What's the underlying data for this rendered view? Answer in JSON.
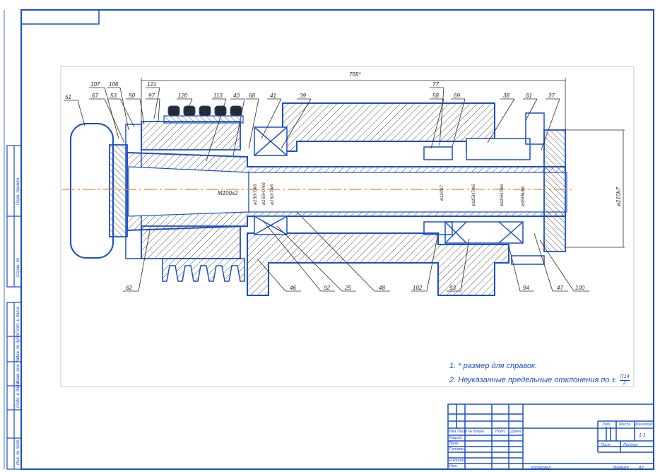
{
  "drawing": {
    "dimension_overall": "765*",
    "diameter_flange": "ø210h7",
    "thread_bore": "M100x2",
    "diameters": [
      "ø150r7/k6",
      "ø155H7/k6",
      "ø150r7/k6",
      "ø120h7",
      "ø115H7/k6",
      "ø115H7/k6",
      "ø95H6/k6"
    ],
    "callouts_top": [
      {
        "id": "c51",
        "label": "51"
      },
      {
        "id": "c107",
        "label": "107"
      },
      {
        "id": "c67",
        "label": "67"
      },
      {
        "id": "c106",
        "label": "106"
      },
      {
        "id": "c53",
        "label": "53"
      },
      {
        "id": "c50",
        "label": "50"
      },
      {
        "id": "c121",
        "label": "121"
      },
      {
        "id": "c97",
        "label": "97"
      },
      {
        "id": "c120",
        "label": "120"
      },
      {
        "id": "c113",
        "label": "113"
      },
      {
        "id": "c40",
        "label": "40"
      },
      {
        "id": "c68",
        "label": "68"
      },
      {
        "id": "c41",
        "label": "41"
      },
      {
        "id": "c39",
        "label": "39"
      },
      {
        "id": "c77",
        "label": "77"
      },
      {
        "id": "c58",
        "label": "58"
      },
      {
        "id": "c69",
        "label": "69"
      },
      {
        "id": "c38",
        "label": "38"
      },
      {
        "id": "c61",
        "label": "61"
      },
      {
        "id": "c37",
        "label": "37"
      }
    ],
    "callouts_bottom": [
      {
        "id": "c62",
        "label": "62"
      },
      {
        "id": "c46",
        "label": "46"
      },
      {
        "id": "c92",
        "label": "92"
      },
      {
        "id": "c25",
        "label": "25"
      },
      {
        "id": "c48",
        "label": "48"
      },
      {
        "id": "c102",
        "label": "102"
      },
      {
        "id": "c93",
        "label": "93"
      },
      {
        "id": "c94",
        "label": "94"
      },
      {
        "id": "c47",
        "label": "47"
      },
      {
        "id": "c100",
        "label": "100"
      }
    ]
  },
  "notes": {
    "line1": "1. * размер для справок.",
    "line2": "2. Неуказанные предельные отклонения по ±",
    "fraction_top": "IT14",
    "fraction_bottom": "2"
  },
  "title_block": {
    "izm": "Изм.",
    "list": "Лист",
    "ndocum": "№ докум.",
    "podp": "Подп.",
    "data": "Дата",
    "razrab": "Разраб.",
    "prov": "Пров.",
    "tkontr": "Т.контр.",
    "nkontr": "Н.контр.",
    "utv": "Утв.",
    "lit": "Лит.",
    "massa": "Масса",
    "masshtab": "Масштаб",
    "scale_value": "1:1",
    "sheet_label": "Лист",
    "sheets_label": "Листов",
    "kopiroval": "Копировал",
    "format_label": "Формат",
    "format_value": "A3"
  },
  "side_stamp": {
    "perv_primen": "Перв. примен.",
    "sprav": "Справ. №",
    "podp_data1": "Подп. и дата",
    "inv_dubl": "Инв. № дубл.",
    "vzam_inv": "Взам. инв. №",
    "podp_data2": "Подп. и дата",
    "inv_podl": "Инв. № подл."
  }
}
